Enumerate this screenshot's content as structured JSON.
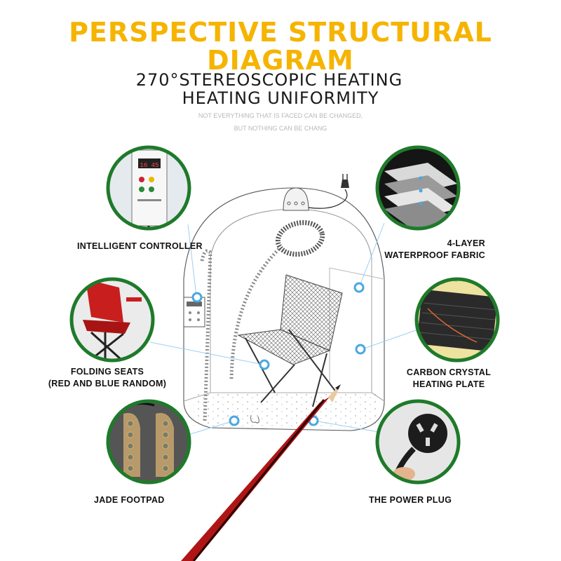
{
  "header": {
    "title_line1": "PERSPECTIVE STRUCTURAL",
    "title_line2": "DIAGRAM",
    "subtitle_line1": "270°STEREOSCOPIC HEATING",
    "subtitle_line2": "HEATING UNIFORMITY",
    "tagline_line1": "NOT EVERYTHING THAT IS FACED CAN BE CHANGED,",
    "tagline_line2": "BUT NOTHING CAN BE CHANG"
  },
  "controller_display": "16 45",
  "components": {
    "controller": {
      "label": "INTELLIGENT CONTROLLER"
    },
    "fabric": {
      "label_line1": "4-LAYER",
      "label_line2": "WATERPROOF FABRIC"
    },
    "seats": {
      "label_line1": "FOLDING SEATS",
      "label_line2": "(RED AND BLUE RANDOM)"
    },
    "heater": {
      "label_line1": "CARBON CRYSTAL",
      "label_line2": "HEATING PLATE"
    },
    "footpad": {
      "label": "JADE FOOTPAD"
    },
    "plug": {
      "label": "THE POWER PLUG"
    }
  },
  "colors": {
    "title": "#f5b400",
    "circle_border": "#1e7a2a",
    "hotspot": "#4aa8e0",
    "chair": "#c81e1e",
    "pencil": "#b01515"
  }
}
